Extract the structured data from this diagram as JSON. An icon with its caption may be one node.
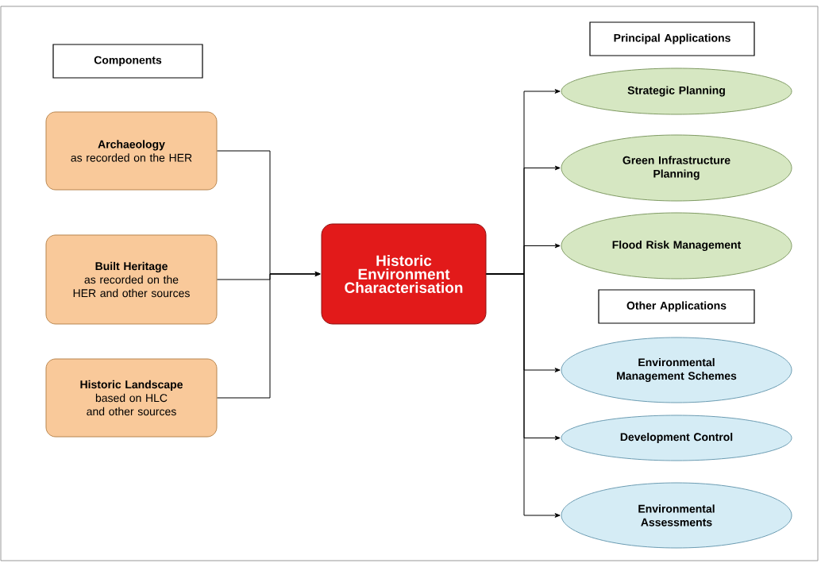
{
  "diagram": {
    "nodes": [
      {
        "text": [
          "Components"
        ]
      },
      {
        "text": [
          "Archaeology",
          "as recorded on the HER"
        ]
      },
      {
        "text": [
          "Built Heritage",
          "as recorded on the HER and other sources"
        ]
      },
      {
        "text": [
          "Historic Landscape",
          "based on HLC and other sources"
        ]
      },
      {
        "text": [
          "Historic Environment Characterisation"
        ]
      },
      {
        "text": [
          "Principal Applications"
        ]
      },
      {
        "text": [
          "Strategic Planning"
        ]
      },
      {
        "text": [
          "Green Infrastructure Planning"
        ]
      },
      {
        "text": [
          "Flood Risk Management"
        ]
      },
      {
        "text": [
          "Other Applications"
        ]
      },
      {
        "text": [
          "Environmental Management Schemes"
        ]
      },
      {
        "text": [
          "Development Control"
        ]
      },
      {
        "text": [
          "Environmental Assessments"
        ]
      }
    ],
    "edges": [
      {
        "from": 1,
        "to": 4,
        "arrow": "to"
      },
      {
        "from": 2,
        "to": 4,
        "arrow": "to"
      },
      {
        "from": 3,
        "to": 4,
        "arrow": "to"
      },
      {
        "from": 4,
        "to": 6,
        "arrow": "to"
      },
      {
        "from": 4,
        "to": 7,
        "arrow": "to"
      },
      {
        "from": 4,
        "to": 8,
        "arrow": "to"
      },
      {
        "from": 4,
        "to": 10,
        "arrow": "to"
      },
      {
        "from": 4,
        "to": 11,
        "arrow": "to"
      },
      {
        "from": 4,
        "to": 12,
        "arrow": "to"
      }
    ]
  }
}
